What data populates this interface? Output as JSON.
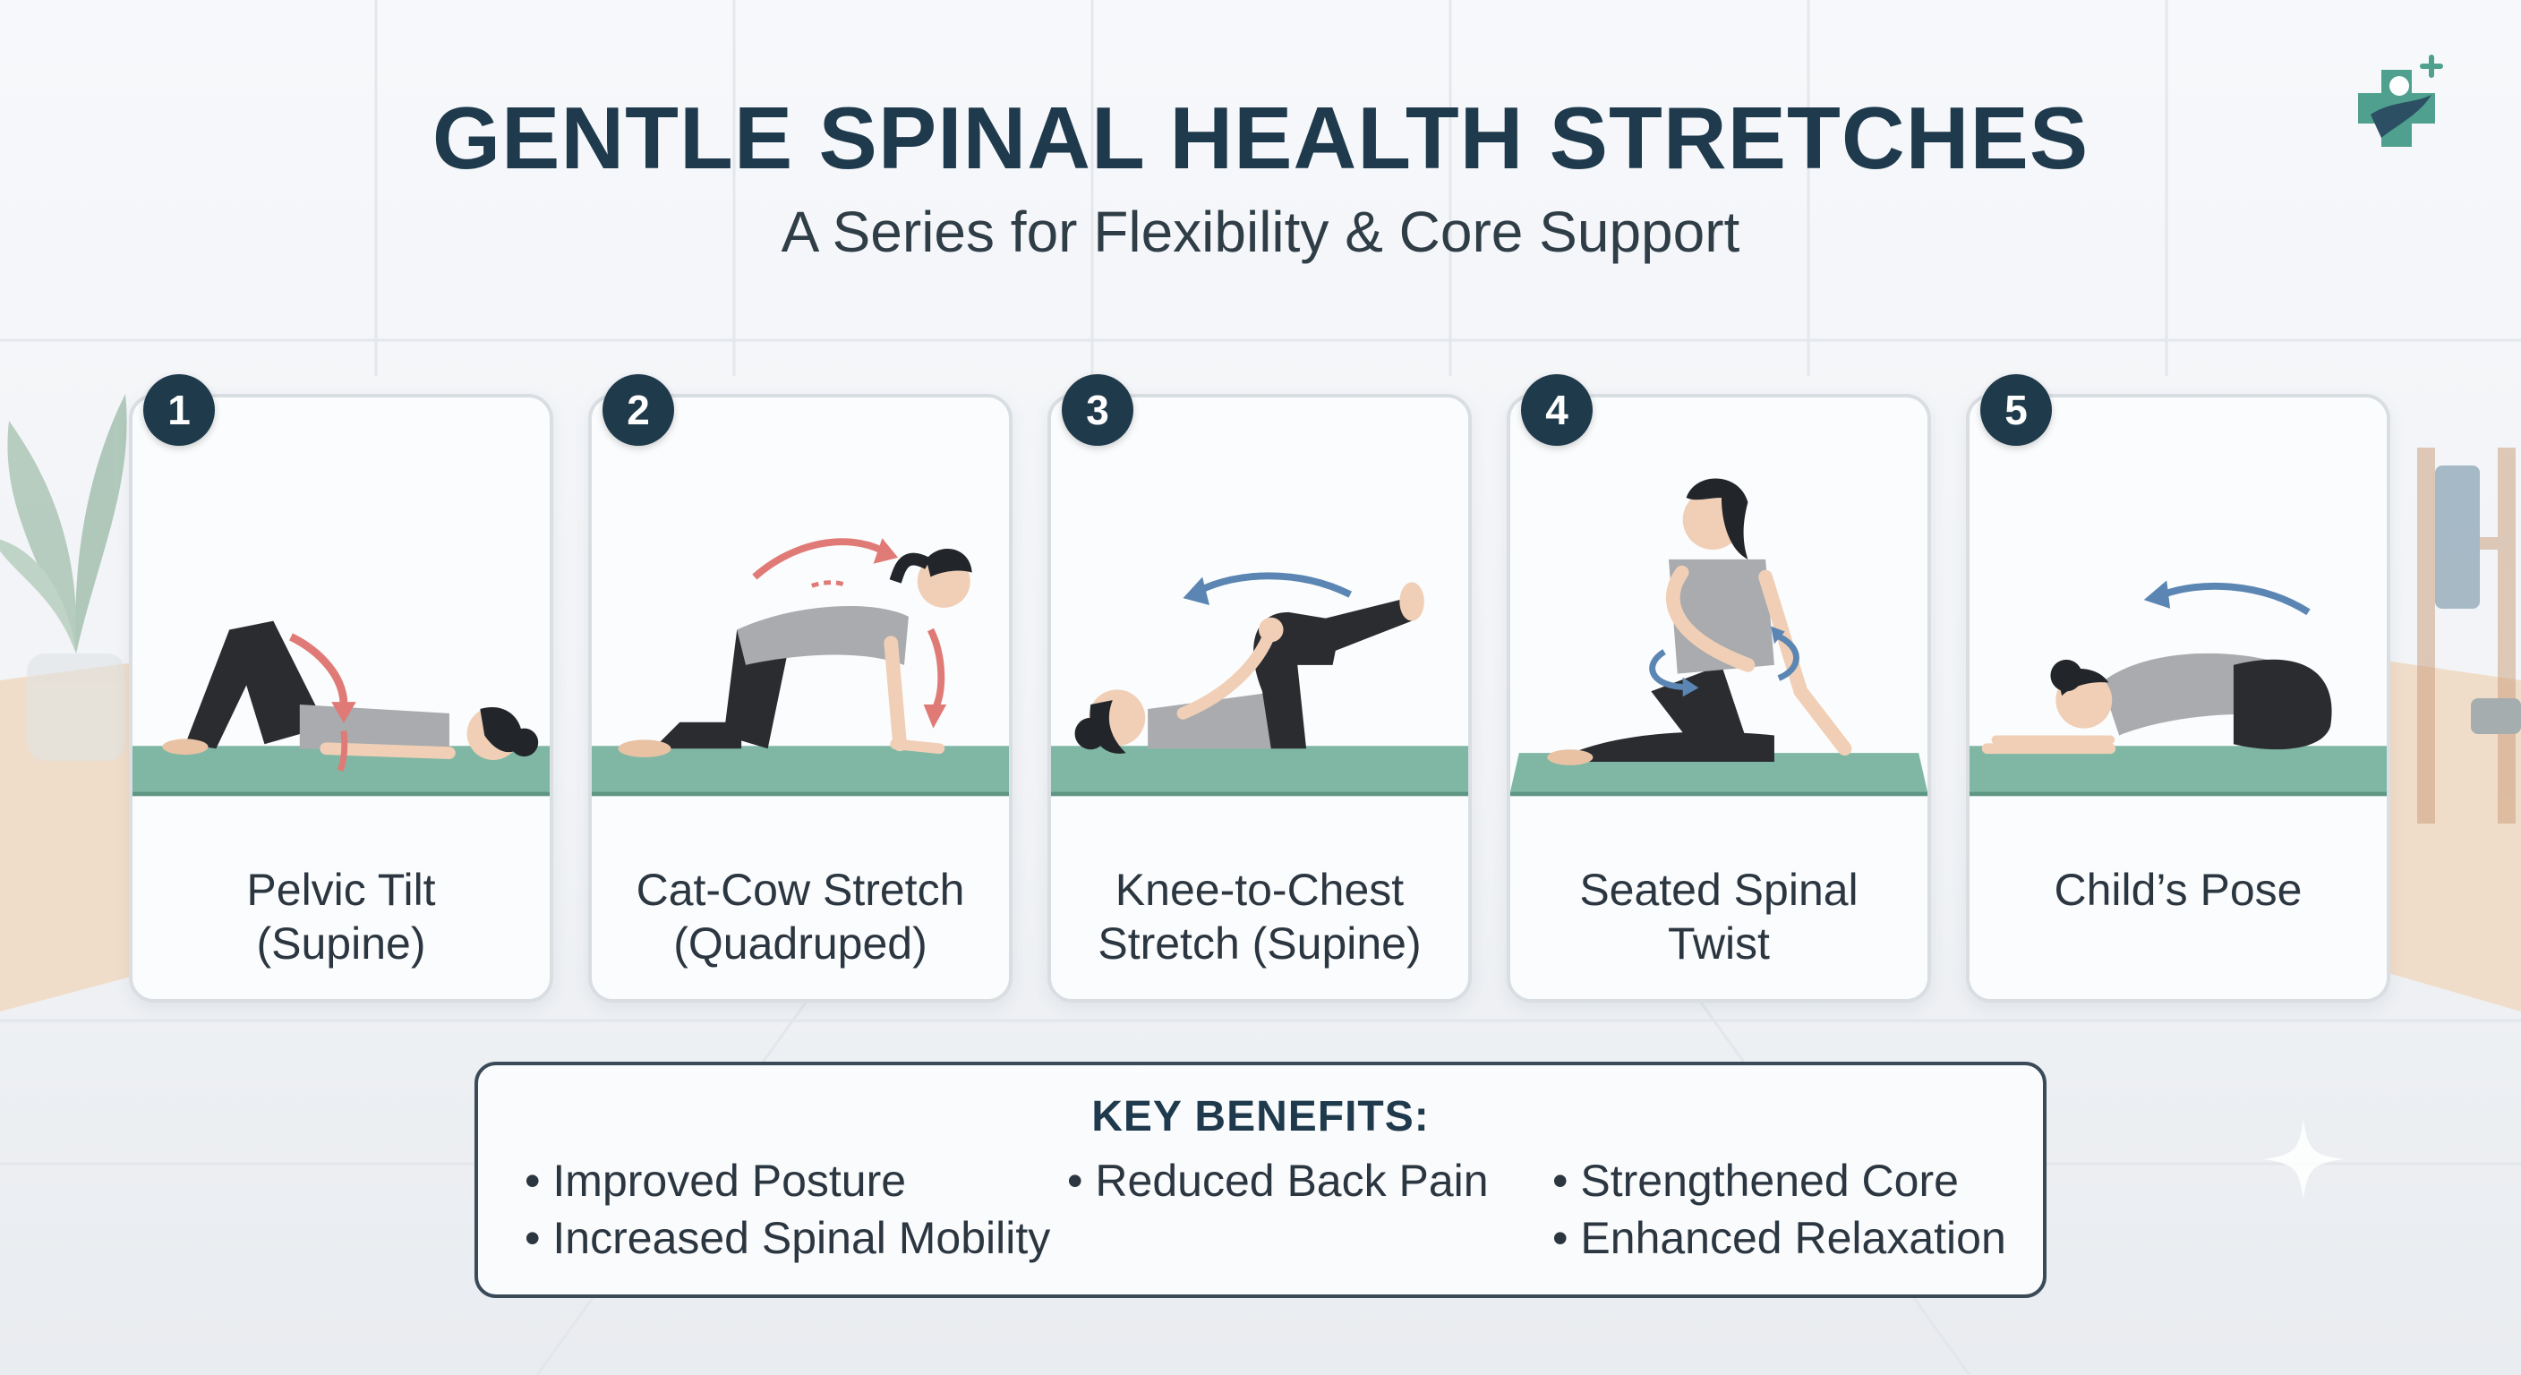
{
  "header": {
    "title": "GENTLE SPINAL HEALTH STRETCHES",
    "subtitle": "A Series for Flexibility & Core Support"
  },
  "logo": {
    "icon": "medical-cross-person-icon"
  },
  "stretches": [
    {
      "number": "1",
      "line1": "Pelvic Tilt",
      "line2": "(Supine)",
      "arrow_color": "#e07a76"
    },
    {
      "number": "2",
      "line1": "Cat-Cow Stretch",
      "line2": "(Quadruped)",
      "arrow_color": "#e07a76"
    },
    {
      "number": "3",
      "line1": "Knee-to-Chest",
      "line2": "Stretch (Supine)",
      "arrow_color": "#5b86b3"
    },
    {
      "number": "4",
      "line1": "Seated Spinal",
      "line2": "Twist",
      "arrow_color": "#5b86b3"
    },
    {
      "number": "5",
      "line1": "Child’s Pose",
      "line2": "",
      "arrow_color": "#5b86b3"
    }
  ],
  "benefits": {
    "title": "KEY BENEFITS:",
    "items": [
      "Improved Posture",
      "Increased Spinal Mobility",
      "Reduced Back Pain",
      "Strengthened Core",
      "Enhanced Relaxation"
    ]
  },
  "colors": {
    "navy": "#1f3a4b",
    "mat": "#7fb7a4",
    "teal_logo": "#4fa08e",
    "coral_arrow": "#e07a76",
    "blue_arrow": "#5b86b3"
  }
}
